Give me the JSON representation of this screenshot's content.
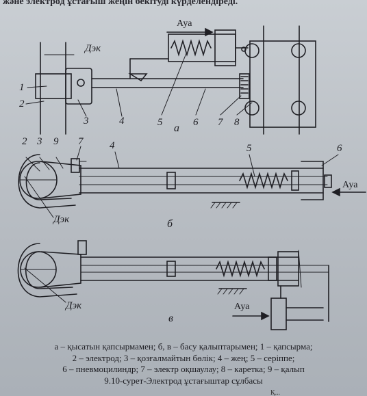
{
  "header_text": "жəне электрод ұстағыш жеңін бекітуді күрделендіреді.",
  "figure_a": {
    "air_label": "Ауа",
    "dim_label": "Дэк",
    "numbers": [
      "1",
      "2",
      "3",
      "4",
      "5",
      "6",
      "7",
      "8"
    ],
    "subfigure_label": "а"
  },
  "figure_b": {
    "numbers": [
      "2",
      "3",
      "9",
      "7",
      "4",
      "5",
      "6"
    ],
    "air_label": "Ауа",
    "dim_label": "Дэк",
    "subfigure_label": "б"
  },
  "figure_c": {
    "dim_label": "Дэк",
    "air_label": "Ауа",
    "subfigure_label": "в"
  },
  "caption": {
    "line1": "а – қысатын қапсырмамен; б, в – басу қалыптарымен; 1 – қапсырма;",
    "line2": "2 – электрод; 3 – қозғалмайтын бөлік; 4 – жең; 5 – серіппе;",
    "line3": "6 – пневмоцилиндр; 7 – электр оқшаулау; 8 – каретка; 9 – қалып",
    "title": "9.10-сурет-Электрод ұстағыштар сұлбасы"
  },
  "bottom_cut_text": "Қ..."
}
